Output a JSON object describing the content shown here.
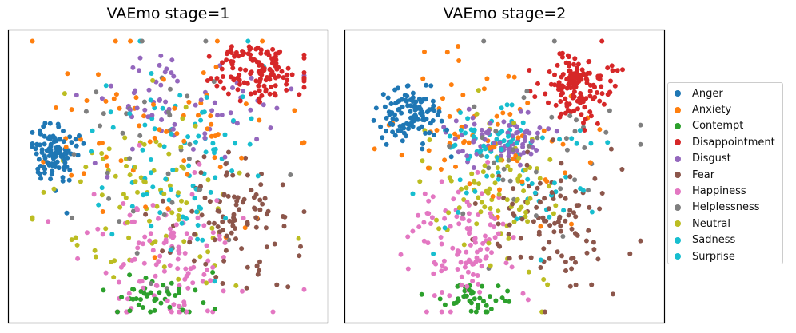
{
  "chart_data": [
    {
      "type": "scatter",
      "title": "VAEmo stage=1",
      "axes_visible": false,
      "clusters": [
        {
          "category": "Anger",
          "center": [
            -0.85,
            0.15
          ],
          "spread": [
            0.08,
            0.12
          ],
          "count": 110
        },
        {
          "category": "Disappointment",
          "center": [
            0.66,
            0.78
          ],
          "spread": [
            0.17,
            0.1
          ],
          "count": 130
        },
        {
          "category": "Disgust",
          "center": [
            0.05,
            0.55
          ],
          "spread": [
            0.35,
            0.2
          ],
          "count": 70
        },
        {
          "category": "Fear",
          "center": [
            0.45,
            -0.3
          ],
          "spread": [
            0.25,
            0.25
          ],
          "count": 100
        },
        {
          "category": "Happiness",
          "center": [
            -0.05,
            -0.55
          ],
          "spread": [
            0.28,
            0.28
          ],
          "count": 120
        },
        {
          "category": "Contempt",
          "center": [
            -0.05,
            -0.9
          ],
          "spread": [
            0.2,
            0.08
          ],
          "count": 45
        },
        {
          "category": "Neutral",
          "center": [
            -0.15,
            -0.15
          ],
          "spread": [
            0.35,
            0.35
          ],
          "count": 90
        },
        {
          "category": "Anxiety",
          "center": [
            -0.1,
            0.3
          ],
          "spread": [
            0.45,
            0.35
          ],
          "count": 70
        },
        {
          "category": "Helplessness",
          "center": [
            0.05,
            0.1
          ],
          "spread": [
            0.4,
            0.4
          ],
          "count": 40
        },
        {
          "category": "Sadness",
          "center": [
            0.15,
            0.3
          ],
          "spread": [
            0.3,
            0.35
          ],
          "count": 50
        },
        {
          "category": "Surprise",
          "center": [
            0.1,
            0.05
          ],
          "spread": [
            0.3,
            0.3
          ],
          "count": 40
        }
      ]
    },
    {
      "type": "scatter",
      "title": "VAEmo stage=2",
      "axes_visible": false,
      "clusters": [
        {
          "category": "Anger",
          "center": [
            -0.7,
            0.45
          ],
          "spread": [
            0.12,
            0.1
          ],
          "count": 110
        },
        {
          "category": "Disappointment",
          "center": [
            0.55,
            0.68
          ],
          "spread": [
            0.13,
            0.12
          ],
          "count": 140
        },
        {
          "category": "Disgust",
          "center": [
            0.0,
            0.28
          ],
          "spread": [
            0.18,
            0.1
          ],
          "count": 80
        },
        {
          "category": "Fear",
          "center": [
            0.35,
            -0.35
          ],
          "spread": [
            0.25,
            0.25
          ],
          "count": 100
        },
        {
          "category": "Happiness",
          "center": [
            -0.3,
            -0.55
          ],
          "spread": [
            0.2,
            0.25
          ],
          "count": 110
        },
        {
          "category": "Contempt",
          "center": [
            -0.25,
            -0.9
          ],
          "spread": [
            0.12,
            0.06
          ],
          "count": 40
        },
        {
          "category": "Neutral",
          "center": [
            -0.05,
            -0.1
          ],
          "spread": [
            0.25,
            0.3
          ],
          "count": 90
        },
        {
          "category": "Anxiety",
          "center": [
            -0.1,
            0.35
          ],
          "spread": [
            0.35,
            0.3
          ],
          "count": 70
        },
        {
          "category": "Helplessness",
          "center": [
            0.15,
            0.15
          ],
          "spread": [
            0.35,
            0.35
          ],
          "count": 40
        },
        {
          "category": "Sadness",
          "center": [
            0.1,
            0.05
          ],
          "spread": [
            0.3,
            0.3
          ],
          "count": 50
        },
        {
          "category": "Surprise",
          "center": [
            -0.15,
            0.3
          ],
          "spread": [
            0.15,
            0.1
          ],
          "count": 40
        }
      ]
    }
  ],
  "legend": {
    "placement": "right",
    "items": [
      {
        "label": "Anger",
        "color": "#1f77b4"
      },
      {
        "label": "Anxiety",
        "color": "#ff7f0e"
      },
      {
        "label": "Contempt",
        "color": "#2ca02c"
      },
      {
        "label": "Disappointment",
        "color": "#d62728"
      },
      {
        "label": "Disgust",
        "color": "#9467bd"
      },
      {
        "label": "Fear",
        "color": "#8c564b"
      },
      {
        "label": "Happiness",
        "color": "#e377c2"
      },
      {
        "label": "Helplessness",
        "color": "#7f7f7f"
      },
      {
        "label": "Neutral",
        "color": "#bcbd22"
      },
      {
        "label": "Sadness",
        "color": "#17becf"
      },
      {
        "label": "Surprise",
        "color": "#17becf"
      }
    ]
  }
}
